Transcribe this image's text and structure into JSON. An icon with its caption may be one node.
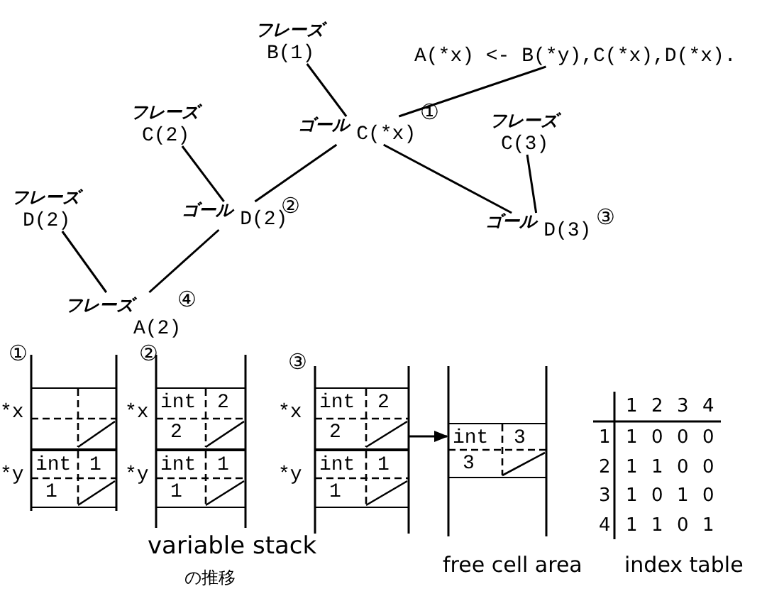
{
  "diagram": {
    "nodes": [
      {
        "text": [
          "フレーズ",
          "B(1)"
        ]
      },
      {
        "text": [
          "A(*x) <- B(*y),C(*x),D(*x)."
        ]
      },
      {
        "text": [
          "フレーズ",
          "C(2)"
        ]
      },
      {
        "text": [
          "ゴール",
          "C(*x)"
        ],
        "beside": [
          "①"
        ]
      },
      {
        "text": [
          "フレーズ",
          "C(3)"
        ]
      },
      {
        "text": [
          "フレーズ",
          "D(2)"
        ]
      },
      {
        "text": [
          "ゴール",
          "D(2)"
        ],
        "beside": [
          "②"
        ]
      },
      {
        "text": [
          "ゴール",
          "D(3)"
        ],
        "beside": [
          "③"
        ]
      },
      {
        "text": [
          "フレーズ",
          "A(2)"
        ],
        "beside": [
          "④"
        ]
      },
      {
        "text": [],
        "shape": "box"
      },
      {
        "text": [
          "int",
          "1",
          "1"
        ]
      },
      {
        "text": [
          "int",
          "2",
          "2"
        ]
      },
      {
        "text": [
          "int",
          "1",
          "1"
        ]
      },
      {
        "text": [
          "int",
          "2",
          "2"
        ]
      },
      {
        "text": [
          "int",
          "1",
          "1"
        ]
      },
      {
        "text": [
          "int",
          "3",
          "3"
        ]
      }
    ],
    "edges": [
      {
        "from": 0,
        "to": 3,
        "arrow": "none"
      },
      {
        "from": 1,
        "to": 3,
        "arrow": "none"
      },
      {
        "from": 2,
        "to": 6,
        "arrow": "none"
      },
      {
        "from": 3,
        "to": 6,
        "arrow": "none"
      },
      {
        "from": 3,
        "to": 7,
        "arrow": "none"
      },
      {
        "from": 4,
        "to": 7,
        "arrow": "none"
      },
      {
        "from": 5,
        "to": 8,
        "arrow": "none"
      },
      {
        "from": 6,
        "to": 8,
        "arrow": "none"
      },
      {
        "from": 13,
        "to": 15,
        "arrow": "to"
      }
    ],
    "labels": [
      "①",
      "②",
      "③",
      "*x",
      "*y",
      "*x",
      "*y",
      "*x",
      "*y",
      "variable stack",
      "の推移",
      "free cell area",
      "1",
      "2",
      "3",
      "4",
      "1",
      "1",
      "0",
      "0",
      "0",
      "2",
      "1",
      "1",
      "0",
      "0",
      "3",
      "1",
      "0",
      "1",
      "0",
      "4",
      "1",
      "1",
      "0",
      "1",
      "index table"
    ]
  }
}
